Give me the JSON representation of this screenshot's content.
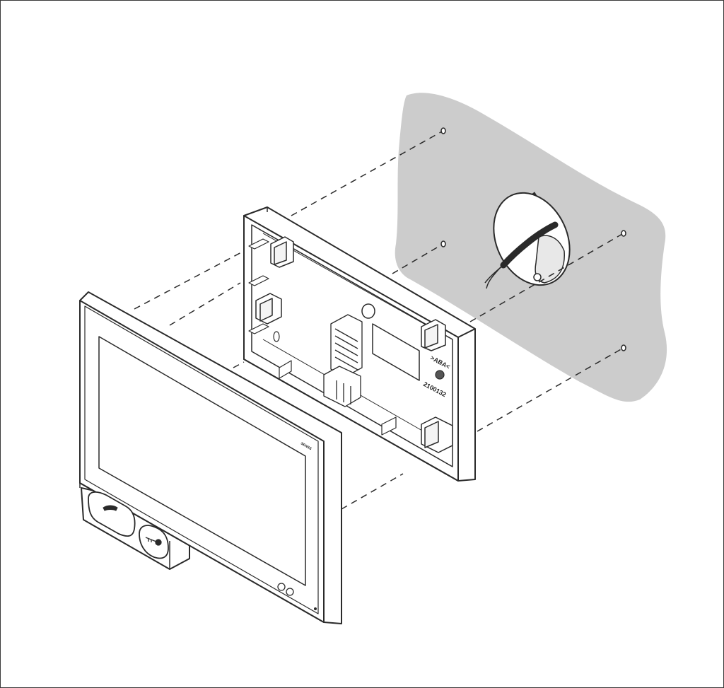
{
  "diagram": {
    "colors": {
      "line": "#2a2a2a",
      "wall": "#cccccc",
      "background": "#ffffff"
    },
    "mounting_plate": {
      "label_top": ">ABA<",
      "label_bottom": "2100132"
    },
    "monitor": {
      "brand_mark": "SENSS",
      "buttons": [
        {
          "name": "call-button",
          "icon": "handset-icon"
        },
        {
          "name": "unlock-button",
          "icon": "key-icon"
        }
      ]
    }
  }
}
